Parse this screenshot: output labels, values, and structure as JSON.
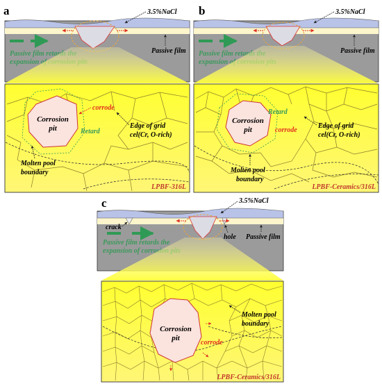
{
  "panels": [
    {
      "letter": "a",
      "solution_label": "3.5%NaCl",
      "film_text_line1": "Passive film retards the",
      "film_text_line2": "expansion of corrosion pits",
      "passive_film_label": "Passive film",
      "pit_label_line1": "Corrosion",
      "pit_label_line2": "pit",
      "corrode_label": "corrode",
      "retard_label": "Retard",
      "grid_edge_line1": "Edge of grid",
      "grid_edge_line2": "cel(Cr, O-rich)",
      "pool_line1": "Molten pool",
      "pool_line2": "boundary",
      "material_label": "LPBF-316L"
    },
    {
      "letter": "b",
      "solution_label": "3.5%NaCl",
      "film_text_line1": "Passive film retards the",
      "film_text_line2": "expansion of corrosion pits",
      "passive_film_label": "Passive film",
      "pit_label_line1": "Corrosion",
      "pit_label_line2": "pit",
      "corrode_label": "corrode",
      "retard_label": "Retard",
      "grid_edge_line1": "Edge of grid",
      "grid_edge_line2": "cel(Cr, O-rich)",
      "pool_line1": "Molten pool",
      "pool_line2": "boundary",
      "material_label": "LPBF-Ceramics/316L"
    },
    {
      "letter": "c",
      "solution_label": "3.5%NaCl",
      "film_text_line1": "Passive film retards the",
      "film_text_line2": "expansion of corrosion pits",
      "passive_film_label": "Passive film",
      "crack_label": "crack",
      "hole_label": "hole",
      "pit_label_line1": "Corrosion",
      "pit_label_line2": "pit",
      "corrode_label": "corrode",
      "pool_line1": "Molten pool",
      "pool_line2": "boundary",
      "material_label": "LPBF-Ceramics/316L"
    }
  ],
  "colors": {
    "solution": "#b9c3e8",
    "film": "#fdf6cc",
    "metal": "#9b9b9b",
    "zoom_yellow": "#ffff3a",
    "green_text": "#3a9a5a",
    "arrow_green": "#2f9a55",
    "red_text": "#e0301e",
    "material_label": "#c0392b",
    "pit_fill": "#fbe3de"
  }
}
